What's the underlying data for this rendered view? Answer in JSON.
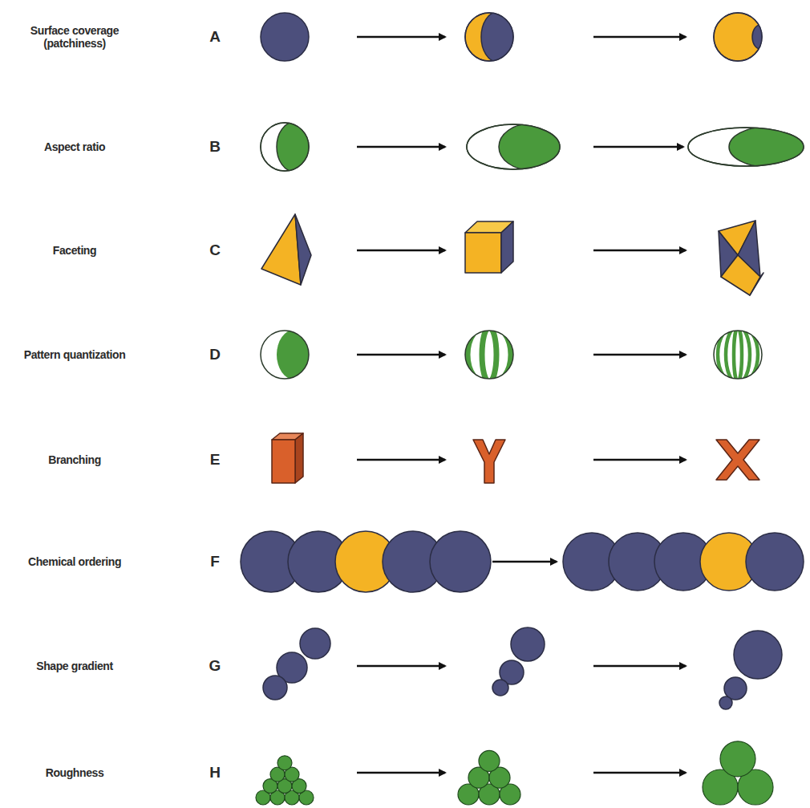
{
  "diagram": {
    "labels": [
      "Surface coverage (patchiness)",
      "A",
      "Aspect ratio",
      "B",
      "Faceting",
      "C",
      "Pattern quantization",
      "D",
      "Branching",
      "E",
      "Chemical ordering",
      "F",
      "Shape gradient",
      "G",
      "Roughness",
      "H"
    ]
  }
}
